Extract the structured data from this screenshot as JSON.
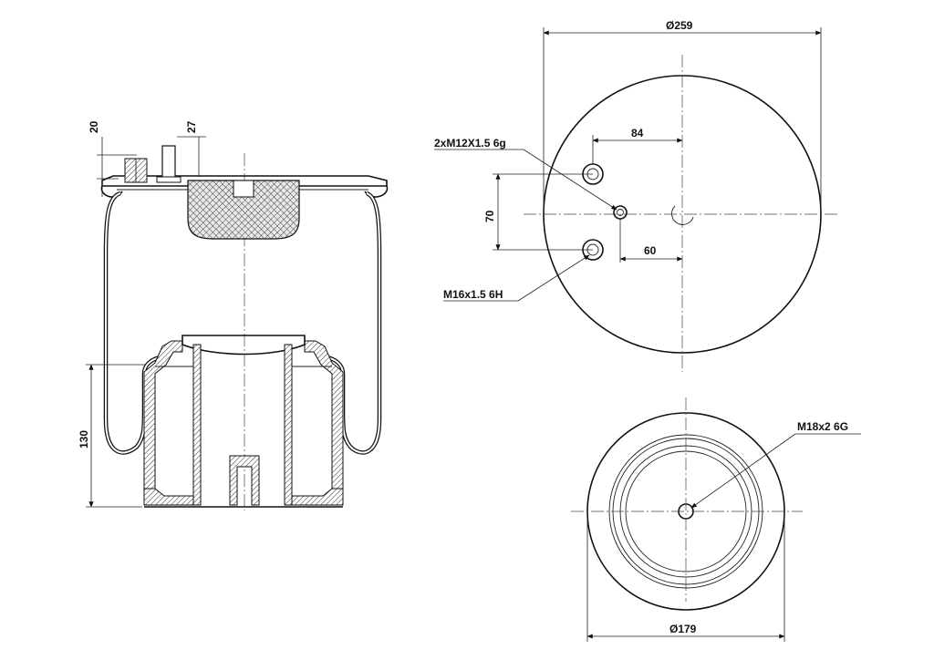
{
  "labels": {
    "diameter_top": "Ø259",
    "dim_84": "84",
    "thread_small": "2xM12X1.5 6g",
    "dim_70": "70",
    "dim_60": "60",
    "thread_large": "M16x1.5 6H",
    "dim_20": "20",
    "dim_27": "27",
    "dim_130": "130",
    "thread_piston": "M18x2 6G",
    "diameter_bottom": "Ø179"
  }
}
